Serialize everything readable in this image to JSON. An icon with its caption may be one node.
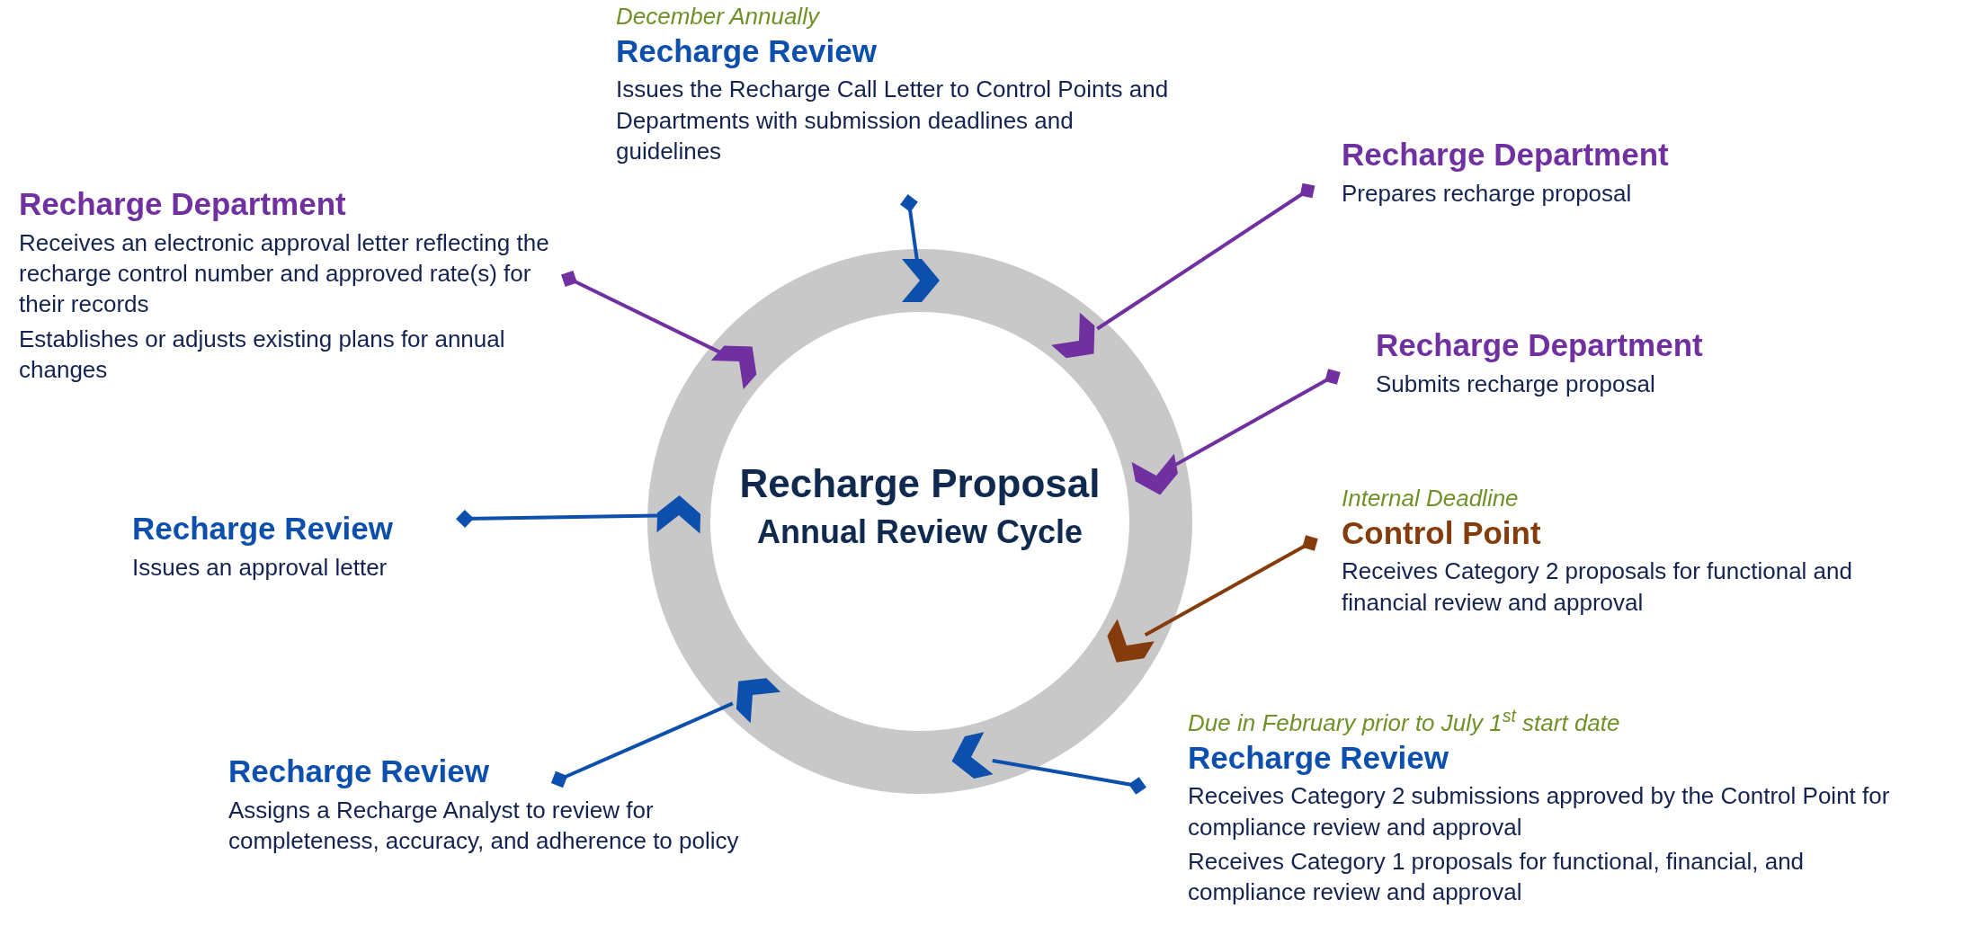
{
  "diagram": {
    "nodes": [
      {
        "text": [
          "Recharge Proposal",
          "Annual Review Cycle"
        ]
      },
      {
        "text": [
          "Recharge Review",
          "Issues the Recharge Call Letter to Control Points and Departments with submission deadlines and guidelines"
        ],
        "beside": [
          "December Annually"
        ]
      },
      {
        "text": [
          "Recharge Department",
          "Prepares recharge proposal"
        ]
      },
      {
        "text": [
          "Recharge Department",
          "Submits recharge proposal"
        ]
      },
      {
        "text": [
          "Control Point",
          "Receives Category 2 proposals for functional and financial review and approval"
        ],
        "beside": [
          "Internal Deadline"
        ]
      },
      {
        "text": [
          "Recharge Review",
          "Receives Category 2 submissions approved by the Control Point for compliance review and approval",
          "Receives Category 1 proposals for functional, financial, and compliance review and approval"
        ],
        "beside": [
          "Due in February prior to July 1$^{st}$ start date"
        ]
      },
      {
        "text": [
          "Recharge Review",
          "Assigns a Recharge Analyst to review for completeness, accuracy, and adherence to policy"
        ]
      },
      {
        "text": [
          "Recharge Review",
          "Issues an approval letter"
        ]
      },
      {
        "text": [
          "Recharge Department",
          "Receives an electronic approval letter reflecting the recharge control number and approved rate(s) for their records",
          "Establishes or adjusts existing plans for annual changes"
        ]
      },
      {
        "text": [],
        "shape": "chevron"
      },
      {
        "text": [],
        "shape": "chevron"
      },
      {
        "text": [],
        "shape": "chevron"
      },
      {
        "text": [],
        "shape": "chevron"
      },
      {
        "text": [],
        "shape": "chevron"
      },
      {
        "text": [],
        "shape": "chevron"
      },
      {
        "text": [],
        "shape": "chevron"
      },
      {
        "text": [],
        "shape": "chevron"
      }
    ],
    "edges": [
      {
        "from": 1,
        "to": 9,
        "arrow": "other"
      },
      {
        "from": 2,
        "to": 10,
        "arrow": "other",
        "color": "#7030a0"
      },
      {
        "from": 3,
        "to": 11,
        "arrow": "other",
        "color": "#7030a0"
      },
      {
        "from": 4,
        "to": 12,
        "arrow": "other",
        "color": "#843c0c"
      },
      {
        "from": 5,
        "to": 13,
        "arrow": "other"
      },
      {
        "from": 6,
        "to": 14,
        "arrow": "other"
      },
      {
        "from": 7,
        "to": 15,
        "arrow": "other"
      },
      {
        "from": 8,
        "to": 16,
        "arrow": "other",
        "color": "#7030a0"
      }
    ]
  }
}
